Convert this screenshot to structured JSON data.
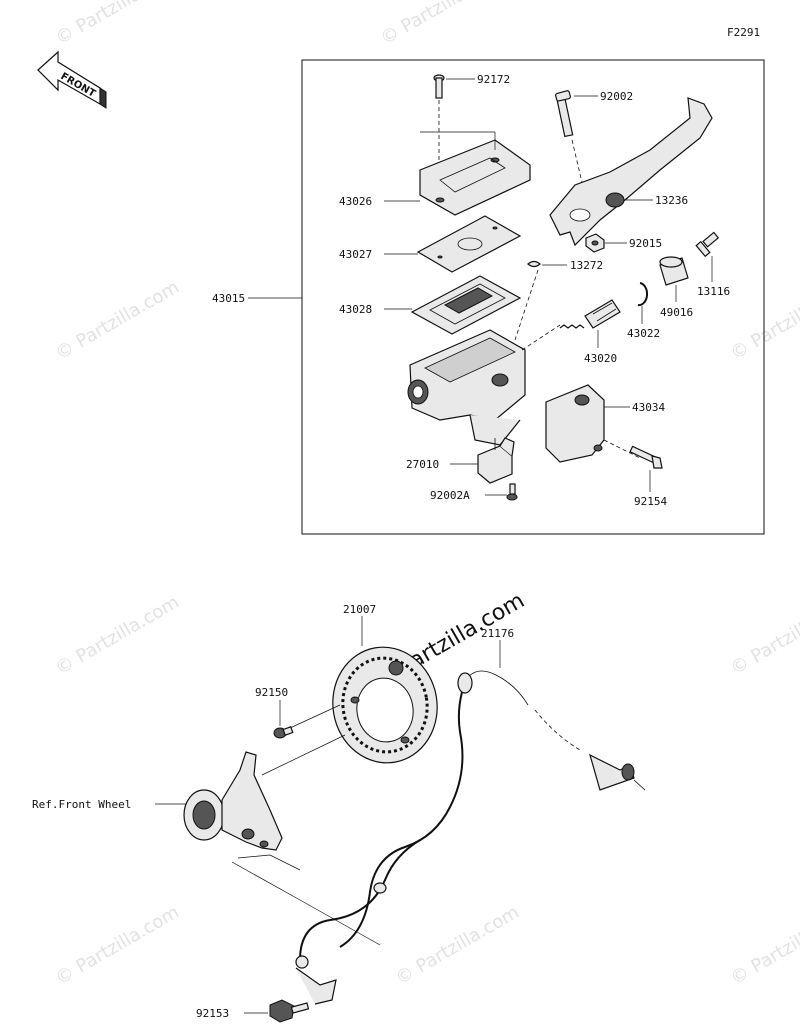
{
  "diagram_code": "F2291",
  "front_badge": "FRONT",
  "watermark": "© Partzilla.com",
  "brand_overlay": "Partzilla.com",
  "labels": {
    "p92172": "92172",
    "p92002": "92002",
    "p43026": "43026",
    "p13236": "13236",
    "p92015": "92015",
    "p13116": "13116",
    "p43027": "43027",
    "p13272": "13272",
    "p43015": "43015",
    "p49016": "49016",
    "p43028": "43028",
    "p43022": "43022",
    "p43020": "43020",
    "p43034": "43034",
    "p27010": "27010",
    "p92002A": "92002A",
    "p92154": "92154",
    "p21007": "21007",
    "p21176": "21176",
    "p92150": "92150",
    "ref_front_wheel": "Ref.Front Wheel",
    "p92153": "92153"
  }
}
